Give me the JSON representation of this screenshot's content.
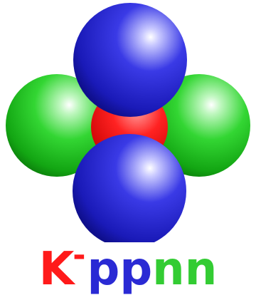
{
  "diagram": {
    "spheres": [
      {
        "id": "left-green",
        "color": "#2ecc2e",
        "role": "neutron"
      },
      {
        "id": "right-green",
        "color": "#2ecc2e",
        "role": "neutron"
      },
      {
        "id": "center-red",
        "color": "#ff2020",
        "role": "kaon"
      },
      {
        "id": "top-blue",
        "color": "#2b2bd8",
        "role": "proton"
      },
      {
        "id": "bottom-blue",
        "color": "#2b2bd8",
        "role": "proton"
      }
    ]
  },
  "formula": {
    "kaon": "K",
    "charge": "-",
    "protons": "pp",
    "neutrons": "nn",
    "colors": {
      "kaon": "#ff1a1a",
      "protons": "#2a2ad4",
      "neutrons": "#33cc33"
    }
  }
}
